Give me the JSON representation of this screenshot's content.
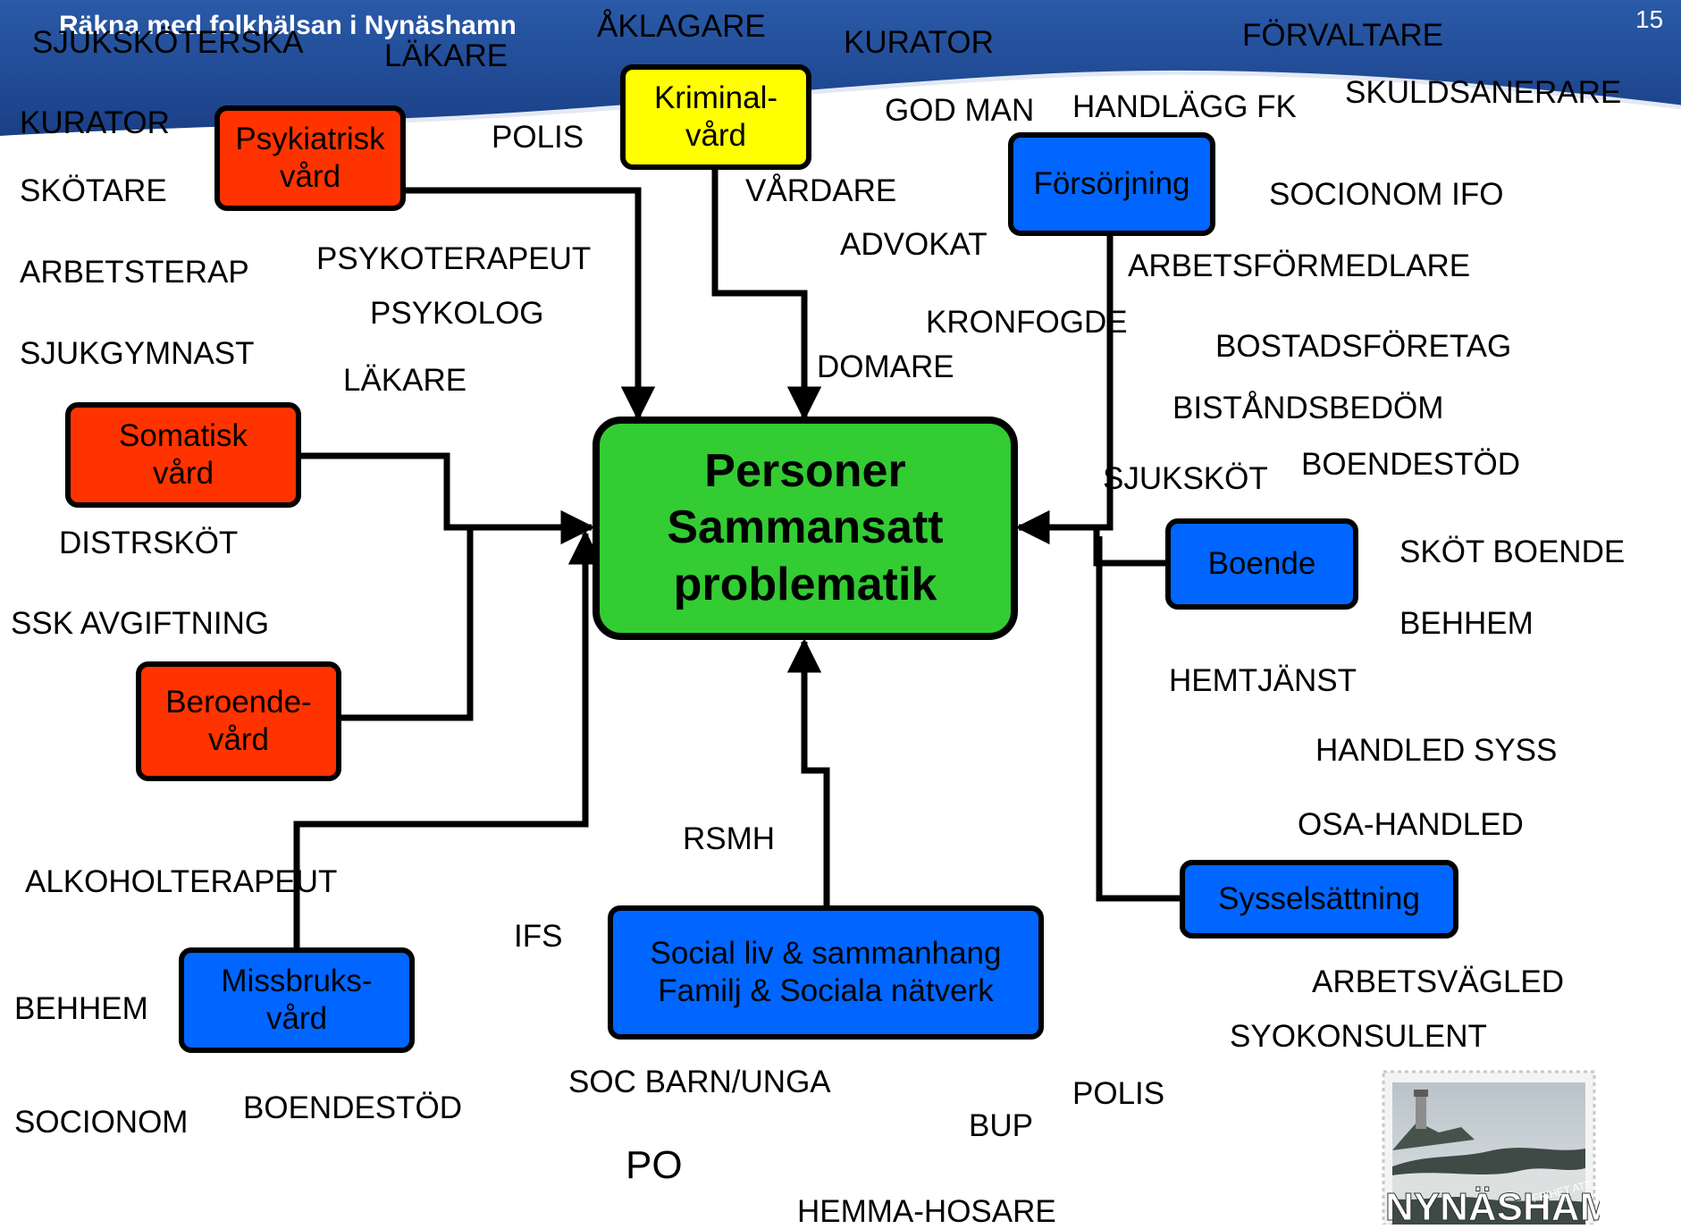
{
  "header": {
    "title": "Räkna med folkhälsan i Nynäshamn",
    "page_number": "15",
    "band_color": "#1f4e9a"
  },
  "center": {
    "label": "Personer\nSammansatt\nproblematik",
    "color": "#33cc33"
  },
  "services": {
    "psykiatrisk": {
      "label": "Psykiatrisk\nvård",
      "color": "#ff3300"
    },
    "kriminal": {
      "label": "Kriminal-\nvård",
      "color": "#ffff00"
    },
    "forsorjning": {
      "label": "Försörjning",
      "color": "#0066ff"
    },
    "somatisk": {
      "label": "Somatisk\nvård",
      "color": "#ff3300"
    },
    "beroende": {
      "label": "Beroende-\nvård",
      "color": "#ff3300"
    },
    "boende": {
      "label": "Boende",
      "color": "#0066ff"
    },
    "sysselsattning": {
      "label": "Sysselsättning",
      "color": "#0066ff"
    },
    "missbruk": {
      "label": "Missbruks-\nvård",
      "color": "#0066ff"
    },
    "social": {
      "label": "Social liv & sammanhang\nFamilj & Sociala nätverk",
      "color": "#0066ff"
    }
  },
  "roles": {
    "sjukskoterska": "SJUKSKÖTERSKA",
    "lakare_top": "LÄKARE",
    "aklagare": "ÅKLAGARE",
    "kurator_top": "KURATOR",
    "forvaltare": "FÖRVALTARE",
    "skuldsanerare": "SKULDSANERARE",
    "kurator_left": "KURATOR",
    "polis_top": "POLIS",
    "god_man": "GOD MAN",
    "handlagg_fk": "HANDLÄGG FK",
    "skotare": "SKÖTARE",
    "vardare": "VÅRDARE",
    "socionom_ifo": "SOCIONOM IFO",
    "advokat": "ADVOKAT",
    "arbetsterap": "ARBETSTERAP",
    "psykoterapeut": "PSYKOTERAPEUT",
    "arbetsformedlare": "ARBETSFÖRMEDLARE",
    "psykolog": "PSYKOLOG",
    "kronfogde": "KRONFOGDE",
    "bostadsforetag": "BOSTADSFÖRETAG",
    "sjukgymnast": "SJUKGYMNAST",
    "domare": "DOMARE",
    "lakare_mid": "LÄKARE",
    "bistandsbedom": "BISTÅNDSBEDÖM",
    "boendestod_right": "BOENDESTÖD",
    "sjukskot": "SJUKSKÖT",
    "distrskot": "DISTRSKÖT",
    "skot_boende": "SKÖT BOENDE",
    "ssk_avgiftning": "SSK AVGIFTNING",
    "behhem_right": "BEHHEM",
    "hemtjanst": "HEMTJÄNST",
    "handled_syss": "HANDLED SYSS",
    "osa_handled": "OSA-HANDLED",
    "rsmh": "RSMH",
    "alkoholterapeut": "ALKOHOLTERAPEUT",
    "ifs": "IFS",
    "arbetsvagled": "ARBETSVÄGLED",
    "behhem_left": "BEHHEM",
    "syokonsulent": "SYOKONSULENT",
    "soc_barn_unga": "SOC BARN/UNGA",
    "polis_bottom": "POLIS",
    "socionom": "SOCIONOM",
    "boendestod_left": "BOENDESTÖD",
    "bup": "BUP",
    "po": "PO",
    "hemma_hosare": "HEMMA-HOSARE"
  },
  "stamp": {
    "text": "NYNÄSHAMN",
    "subtext": "FRIHET ATT"
  }
}
